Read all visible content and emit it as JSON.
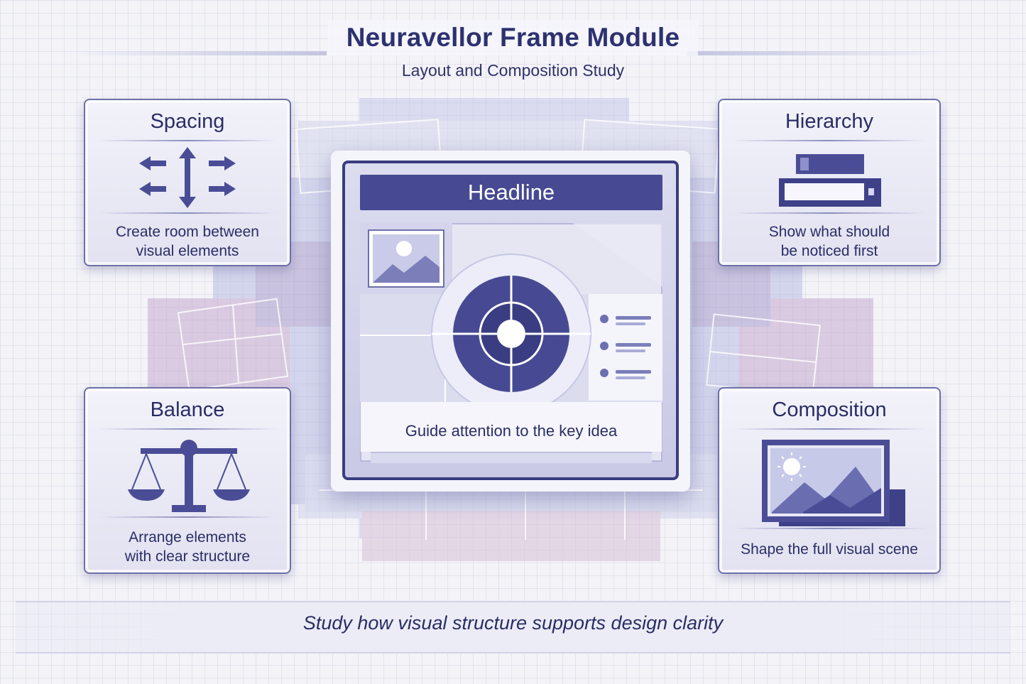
{
  "header": {
    "title": "Neuravellor Frame Module",
    "subtitle": "Layout and Composition Study"
  },
  "cards": {
    "spacing": {
      "title": "Spacing",
      "description_line1": "Create room between",
      "description_line2": "visual elements",
      "icon": "spacing-arrows-icon"
    },
    "hierarchy": {
      "title": "Hierarchy",
      "description_line1": "Show what should",
      "description_line2": "be noticed first",
      "icon": "stacked-bars-icon"
    },
    "balance": {
      "title": "Balance",
      "description_line1": "Arrange elements",
      "description_line2": "with clear structure",
      "icon": "balance-scale-icon"
    },
    "composition": {
      "title": "Composition",
      "description_line1": "Shape the full visual scene",
      "icon": "landscape-frame-icon"
    }
  },
  "frame": {
    "headline": "Headline",
    "caption": "Guide attention to the key idea",
    "image_icon": "image-placeholder-icon",
    "focus_icon": "target-focus-icon",
    "list_icon": "bullet-list-icon"
  },
  "footer": {
    "tagline": "Study how visual structure supports design clarity"
  },
  "colors": {
    "primary": "#474a92",
    "dark": "#2d3170",
    "panel": "#e6e6f3",
    "accent_lilac": "#b7a4cf",
    "background": "#f3f3f8"
  }
}
